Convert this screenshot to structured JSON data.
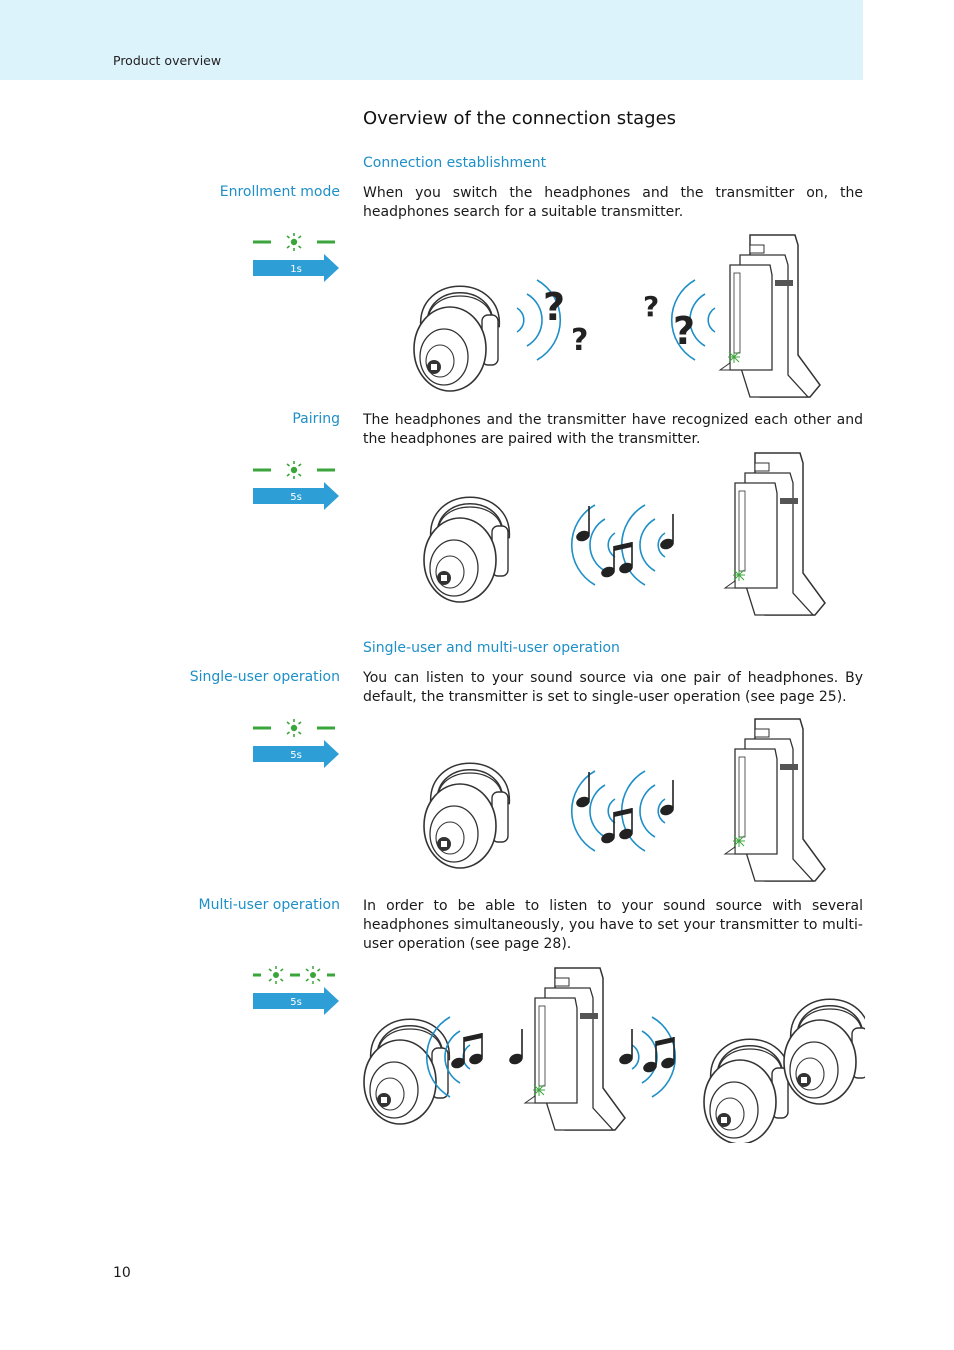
{
  "header": {
    "section_label": "Product overview"
  },
  "page_title": "Overview of the connection stages",
  "sections": {
    "connection_establishment": {
      "heading": "Connection establishment"
    },
    "single_multi_user": {
      "heading": "Single-user and multi-user operation"
    }
  },
  "stages": [
    {
      "label": "Enrollment mode",
      "text": "When you switch the headphones and the transmitter on, the headphones search for a suitable transmitter.",
      "indicator_duration": "1s",
      "indicator_pattern": "single-blink"
    },
    {
      "label": "Pairing",
      "text": "The headphones and the transmitter have recognized each other and the headphones are paired with the transmitter.",
      "indicator_duration": "5s",
      "indicator_pattern": "single-blink"
    },
    {
      "label": "Single-user operation",
      "text": "You can listen to your sound source via one pair of headphones. By default, the transmitter is set to single-user operation (see page 25).",
      "indicator_duration": "5s",
      "indicator_pattern": "single-blink"
    },
    {
      "label": "Multi-user operation",
      "text": "In order to be able to listen to your sound source with several headphones simultaneously, you have to set your transmitter to multi-user operation (see page 28).",
      "indicator_duration": "5s",
      "indicator_pattern": "double-blink"
    }
  ],
  "colors": {
    "accent_blue": "#1e8fc7",
    "arrow_blue": "#2e9fd6",
    "led_green": "#3aa53a",
    "header_band": "#dcf3fc"
  },
  "page_number": "10"
}
